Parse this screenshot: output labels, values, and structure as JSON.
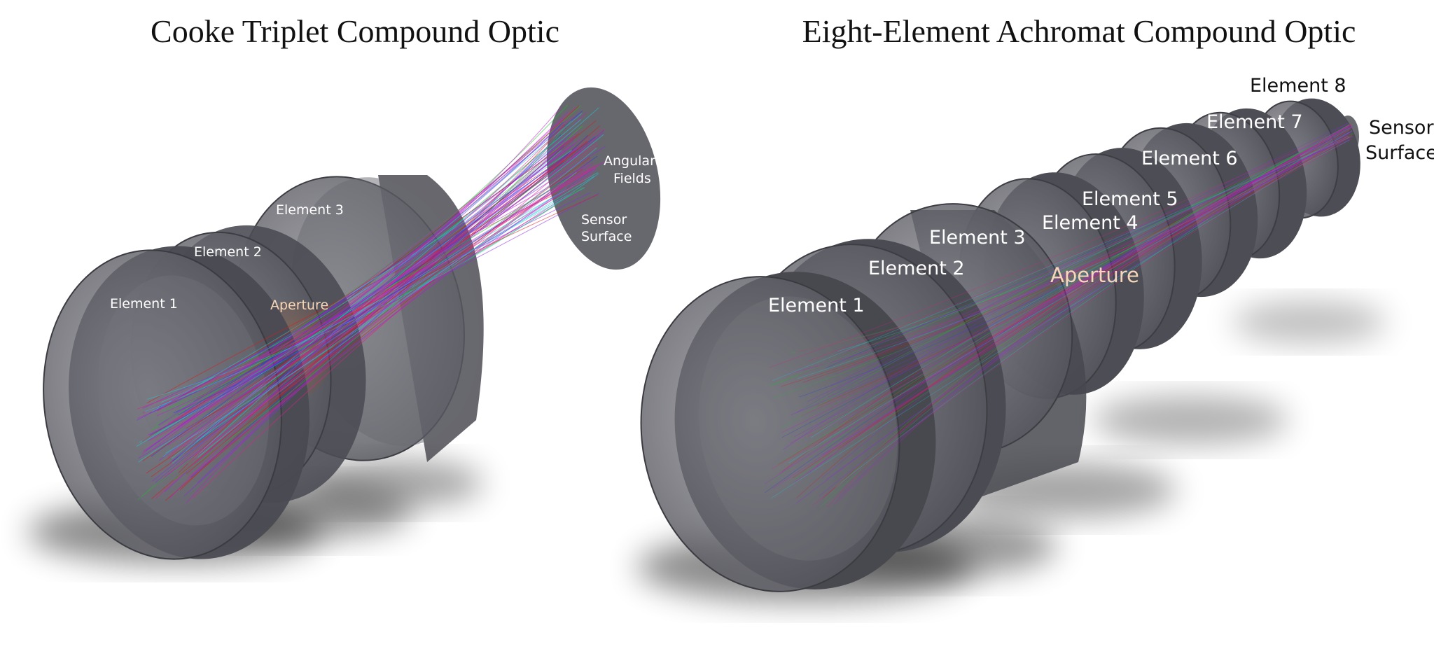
{
  "left_panel": {
    "title": "Cooke Triplet  Compound  Optic",
    "labels": {
      "element_1": "Element 1",
      "element_2": "Element 2",
      "element_3": "Element 3",
      "aperture": "Aperture",
      "angular_fields_line1": "Angular",
      "angular_fields_line2": "Fields",
      "sensor_line1": "Sensor",
      "sensor_line2": "Surface"
    }
  },
  "right_panel": {
    "title": "Eight-Element  Achromat  Compound  Optic",
    "labels": {
      "element_1": "Element 1",
      "element_2": "Element 2",
      "element_3": "Element 3",
      "element_4": "Element 4",
      "element_5": "Element 5",
      "element_6": "Element 6",
      "element_7": "Element 7",
      "element_8": "Element 8",
      "aperture": "Aperture",
      "sensor_line1": "Sensor",
      "sensor_line2": "Surface"
    }
  },
  "colors": {
    "lens_fill": "#5f5f66",
    "lens_edge": "#3d3d44",
    "label_white": "#ffffff",
    "aperture_label": "#f5d6b8",
    "ray_palette": [
      "#e0208a",
      "#c21bd0",
      "#2a3fe0",
      "#1fc9d8",
      "#22b830",
      "#d81e1e",
      "#8a2be2"
    ]
  }
}
